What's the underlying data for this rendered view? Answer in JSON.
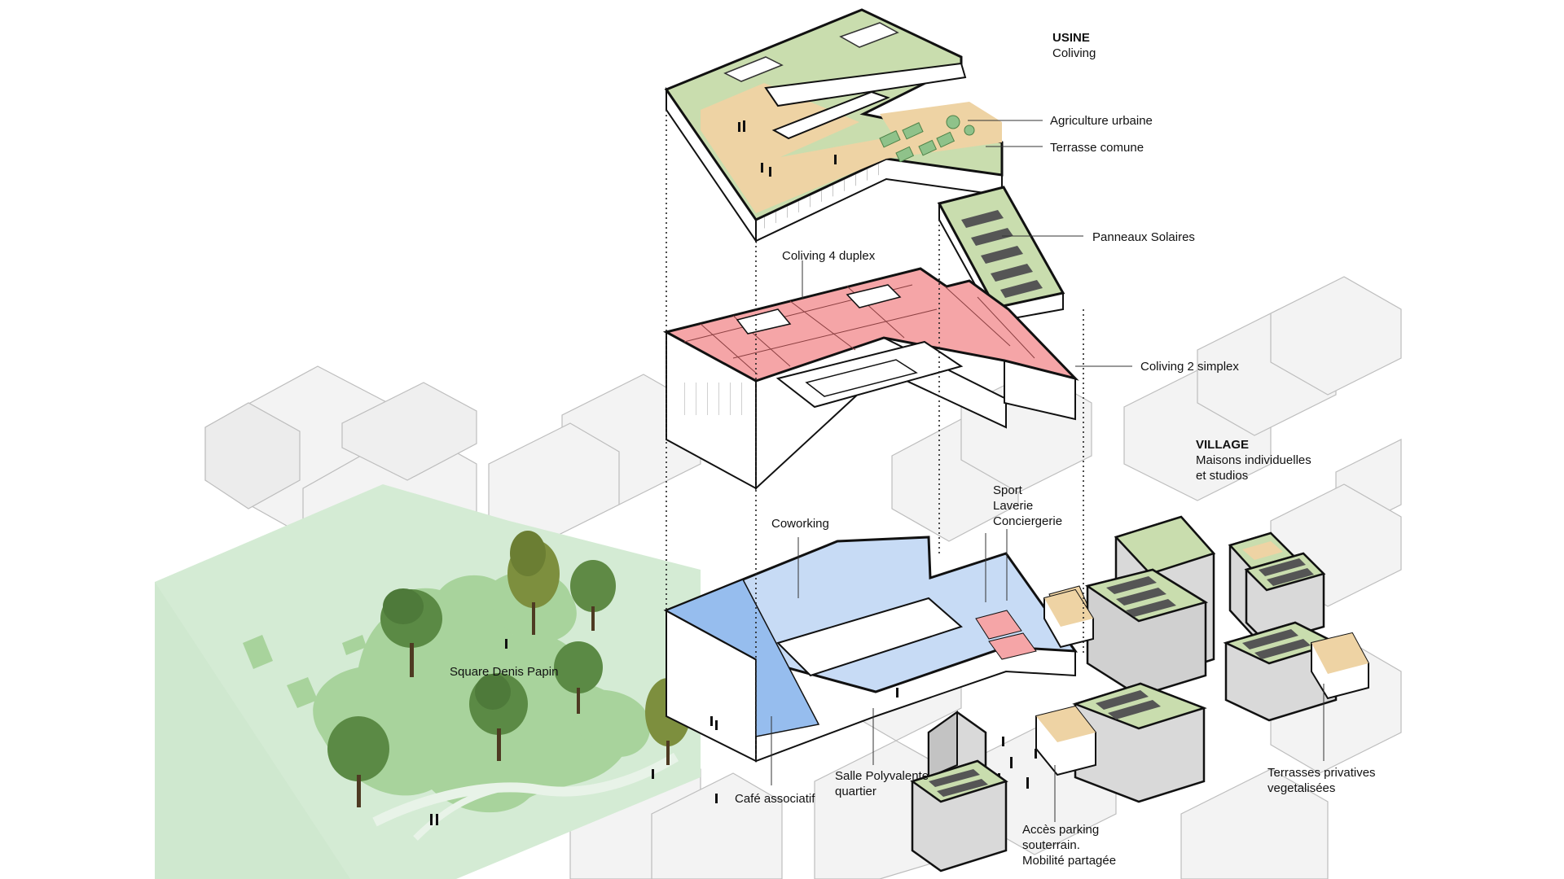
{
  "labels": {
    "usine_title": "USINE",
    "usine_sub": "Coliving",
    "agriculture": "Agriculture urbaine",
    "terrasse": "Terrasse comune",
    "panneaux": "Panneaux Solaires",
    "coliving4": "Coliving 4 duplex",
    "coliving2": "Coliving 2 simplex",
    "village_title": "VILLAGE",
    "village_line1": "Maisons individuelles",
    "village_line2": "et studios",
    "sport": "Sport",
    "laverie": "Laverie",
    "conciergerie": "Conciergerie",
    "coworking": "Coworking",
    "square": "Square Denis Papin",
    "cafe": "Café associatif",
    "salle_line1": "Salle Polyvalente",
    "salle_line2": "quartier",
    "acces_line1": "Accès parking",
    "acces_line2": "souterrain.",
    "acces_line3": "Mobilité partagée",
    "terrasses_line1": "Terrasses privatives",
    "terrasses_line2": "vegetalisées"
  },
  "colors": {
    "park": "#cde8cf",
    "lawn": "#a9d39a",
    "tree": "#5f8a45",
    "tree_dark": "#3f6a2e",
    "terrace": "#efd2a4",
    "roof_green": "#c8dcae",
    "coliving": "#f5a5a7",
    "coworking": "#c7dbf5",
    "cafe": "#96bdee",
    "context": "#f2f2f2",
    "house_wall": "#d9d9d9",
    "solar": "#555555"
  }
}
